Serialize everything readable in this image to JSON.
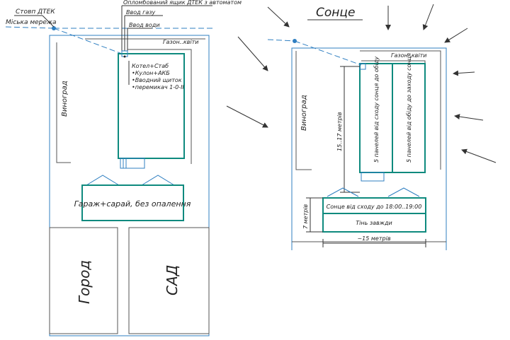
{
  "left_plan": {
    "poles_label": "Стовп ДТЕК",
    "city_grid_label": "Міська мережа",
    "sealed_box_label": "Опломбований ящик ДТЕК з автоматом",
    "gas_input_label": "Ввод газу",
    "water_input_label": "Ввод води",
    "lawn_flowers_label": "Газон..квіти",
    "vineyard_label": "Виноград",
    "equipment_lines": [
      "Котел+Стаб",
      "•Кулон+АКБ",
      "•Вводний щиток",
      "•перемикач 1-0-II"
    ],
    "garage_label": "Гараж+сарай, без опалення",
    "vegetable_garden_label": "Город",
    "orchard_label": "САД"
  },
  "right_plan": {
    "sun_label": "Сонце",
    "lawn_flowers_label": "Газон..квіти",
    "vineyard_label": "Виноград",
    "panels_east_label": "5 панелей від сходу сонця до обіду",
    "panels_west_label": "5 панелей від обіду до заходу сонця",
    "house_length_label": "15..17 метрів",
    "sun_east_label": "Сонце від сходу до 18:00..19:00",
    "shade_label": "Тінь завжди",
    "garage_depth_label": "7 метрів",
    "width_label": "~15 метрів"
  }
}
